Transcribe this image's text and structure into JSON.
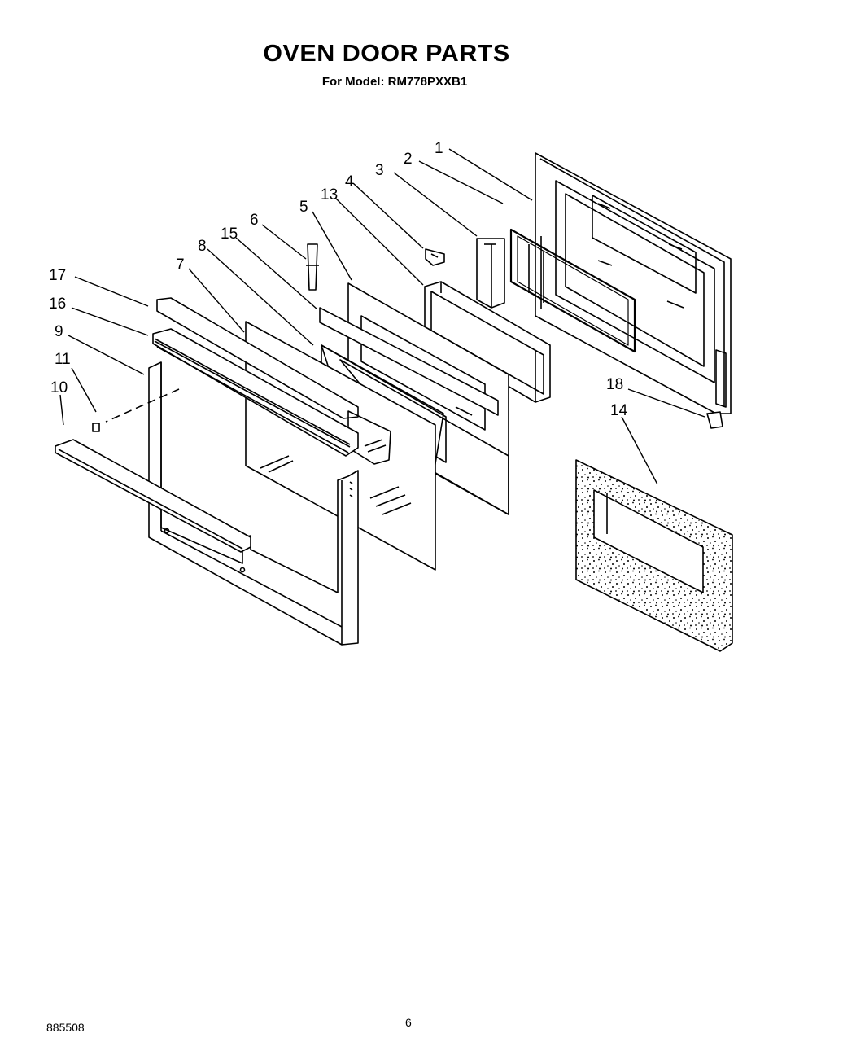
{
  "header": {
    "title": "OVEN DOOR PARTS",
    "subtitle": "For Model: RM778PXXB1"
  },
  "footer": {
    "doc_number": "885508",
    "page_number": "6"
  },
  "callouts": [
    "1",
    "2",
    "3",
    "4",
    "13",
    "5",
    "6",
    "15",
    "8",
    "7",
    "17",
    "16",
    "9",
    "11",
    "10",
    "18",
    "14"
  ],
  "colors": {
    "line": "#000000",
    "background": "#ffffff"
  }
}
